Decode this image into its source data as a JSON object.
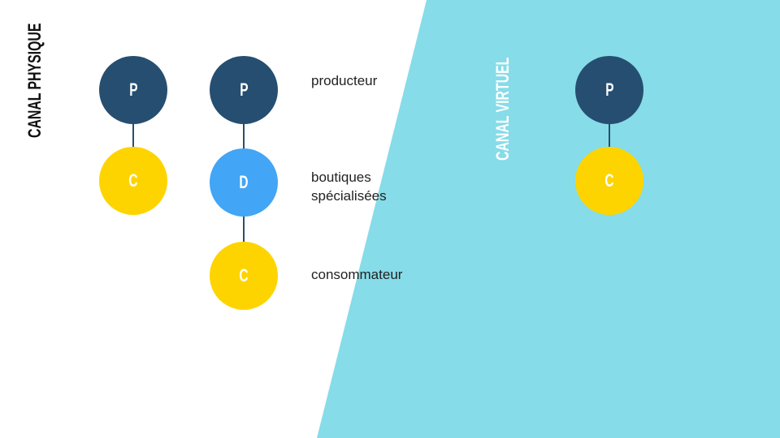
{
  "colors": {
    "producer": "#264e70",
    "distributor": "#42a5f5",
    "consumer": "#fdd400",
    "virtual_bg": "#86dce8"
  },
  "physical": {
    "title": "CANAL PHYSIQUE",
    "direct": {
      "top": "P",
      "bottom": "C"
    },
    "indirect": {
      "top": "P",
      "middle": "D",
      "bottom": "C"
    },
    "labels": {
      "producer": "producteur",
      "shop_line1": "boutiques",
      "shop_line2": "spécialisées",
      "consumer": "consommateur"
    }
  },
  "virtual": {
    "title": "CANAL VIRTUEL",
    "top": "P",
    "bottom": "C"
  }
}
